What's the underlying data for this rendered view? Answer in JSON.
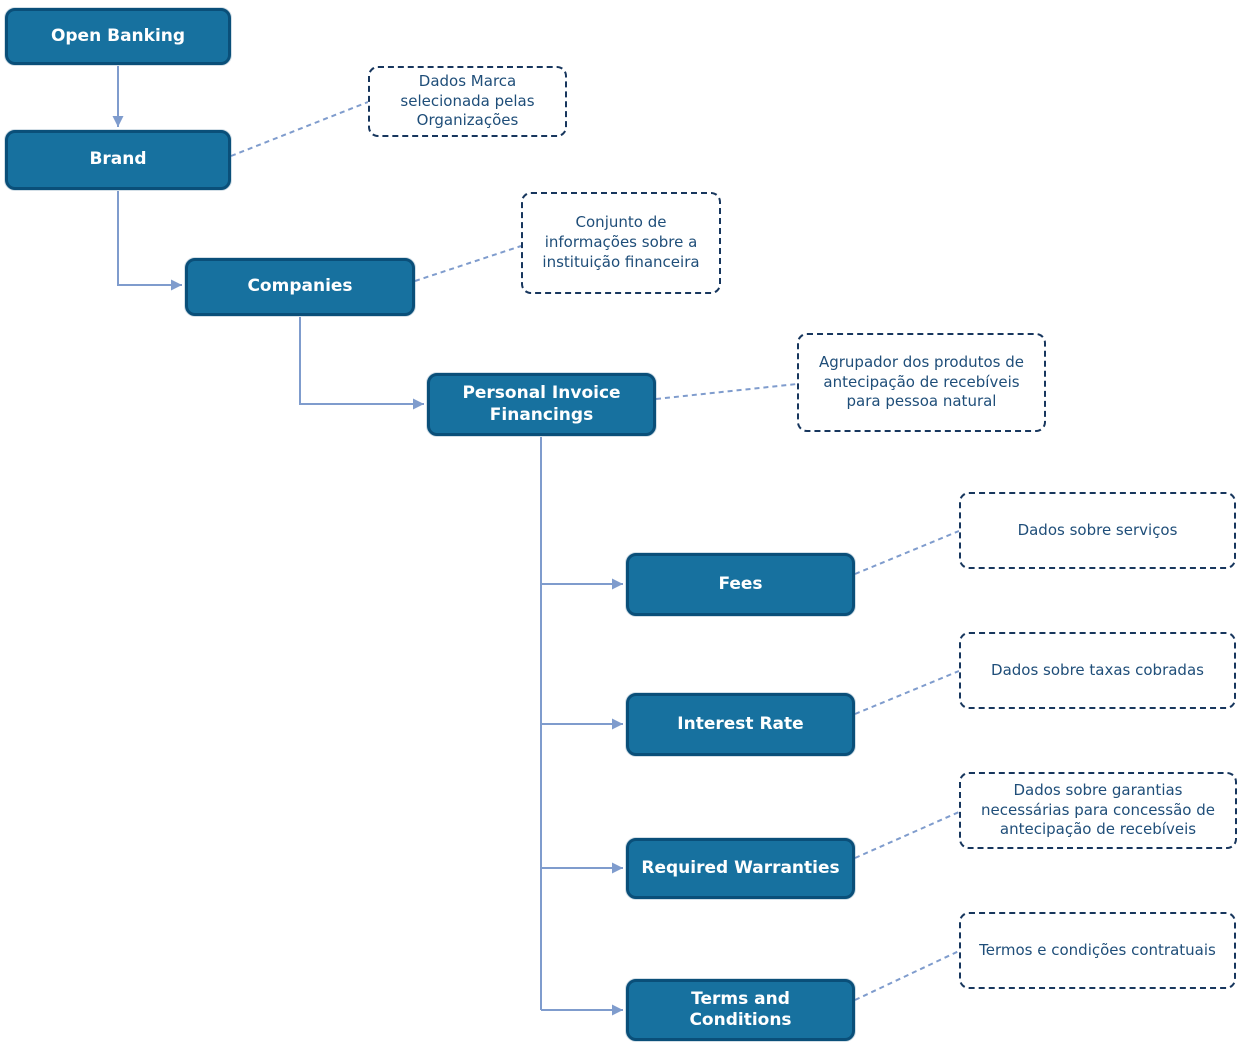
{
  "colors": {
    "node_fill": "#17719f",
    "node_border": "#0a4f79",
    "node_text": "#ffffff",
    "annotation_border": "#17365d",
    "annotation_text": "#1f4e79",
    "connector": "#7f9ccd"
  },
  "nodes": {
    "open_banking": "Open Banking",
    "brand": "Brand",
    "companies": "Companies",
    "personal_invoice_financings": "Personal Invoice Financings",
    "fees": "Fees",
    "interest_rate": "Interest Rate",
    "required_warranties": "Required Warranties",
    "terms_and_conditions": "Terms and Conditions"
  },
  "annotations": {
    "brand": "Dados Marca selecionada pelas Organizações",
    "companies": "Conjunto de informações sobre a instituição financeira",
    "personal_invoice_financings": "Agrupador dos produtos de antecipação de recebíveis para pessoa natural",
    "fees": "Dados sobre serviços",
    "interest_rate": "Dados sobre taxas cobradas",
    "required_warranties": "Dados sobre garantias necessárias para concessão de antecipação de recebíveis",
    "terms_and_conditions": "Termos e condições contratuais"
  }
}
